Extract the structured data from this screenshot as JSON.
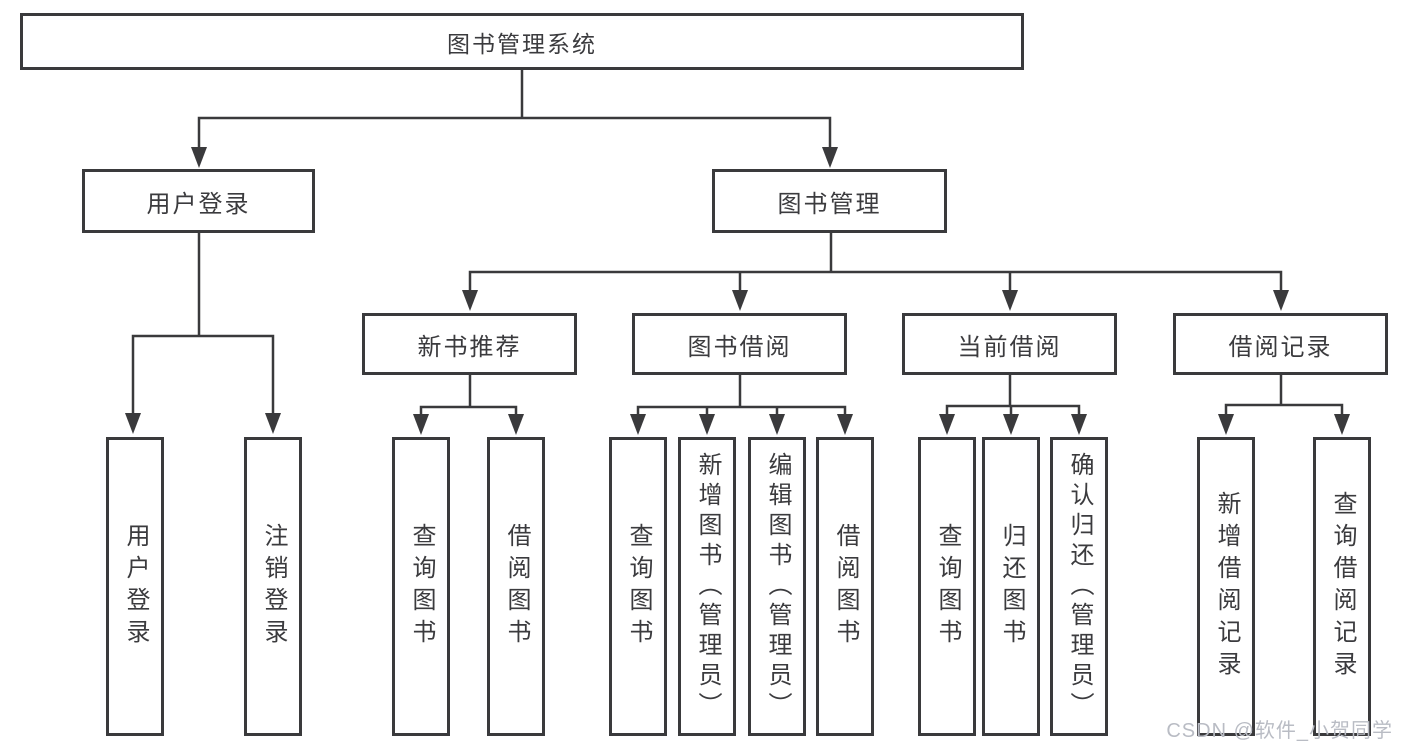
{
  "colors": {
    "line": "#3a3a3c",
    "text": "#3b3b3e",
    "background": "#ffffff",
    "watermark": "#b9bcc4"
  },
  "tree": {
    "root": {
      "label": "图书管理系统"
    },
    "branches": [
      {
        "label": "用户登录",
        "children": [
          {
            "label": "用户登录"
          },
          {
            "label": "注销登录"
          }
        ]
      },
      {
        "label": "图书管理",
        "children": [
          {
            "label": "新书推荐",
            "children": [
              {
                "label": "查询图书"
              },
              {
                "label": "借阅图书"
              }
            ]
          },
          {
            "label": "图书借阅",
            "children": [
              {
                "label": "查询图书"
              },
              {
                "label": "新增图书（管理员）"
              },
              {
                "label": "编辑图书（管理员）"
              },
              {
                "label": "借阅图书"
              }
            ]
          },
          {
            "label": "当前借阅",
            "children": [
              {
                "label": "查询图书"
              },
              {
                "label": "归还图书"
              },
              {
                "label": "确认归还（管理员）"
              }
            ]
          },
          {
            "label": "借阅记录",
            "children": [
              {
                "label": "新增借阅记录"
              },
              {
                "label": "查询借阅记录"
              }
            ]
          }
        ]
      }
    ]
  },
  "watermark": "CSDN @软件_小贺同学"
}
